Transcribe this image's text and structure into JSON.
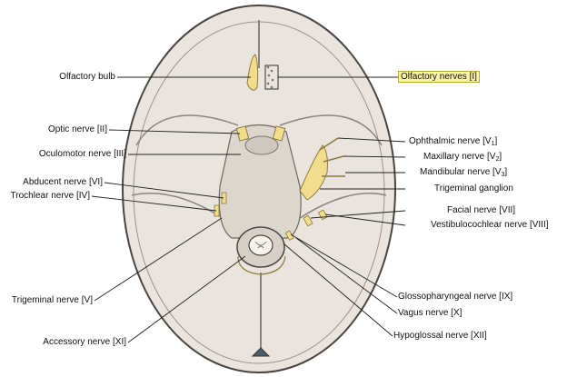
{
  "labels": {
    "olfactory_bulb": "Olfactory bulb",
    "olfactory_nerves": "Olfactory nerves [I]",
    "optic_nerve": "Optic nerve [II]",
    "oculomotor_nerve": "Oculomotor nerve [III]",
    "abducent_nerve": "Abducent nerve [VI]",
    "trochlear_nerve": "Trochlear nerve [IV]",
    "trigeminal_nerve": "Trigeminal nerve [V]",
    "accessory_nerve": "Accessory nerve [XI]",
    "ophthalmic_nerve": {
      "text": "Ophthalmic nerve [V",
      "sub": "1",
      "end": "]"
    },
    "maxillary_nerve": {
      "text": "Maxillary nerve [V",
      "sub": "2",
      "end": "]"
    },
    "mandibular_nerve": {
      "text": "Mandibular nerve [V",
      "sub": "3",
      "end": "]"
    },
    "trigeminal_ganglion": "Trigeminal ganglion",
    "facial_nerve": "Facial nerve [VII]",
    "vestibulocochlear_nerve": "Vestibulocochlear nerve [VIII]",
    "glossopharyngeal_nerve": "Glossopharyngeal nerve [IX]",
    "vagus_nerve": "Vagus nerve [X]",
    "hypoglossal_nerve": "Hypoglossal nerve [XII]"
  },
  "colors": {
    "skull_fill": "#e9e4de",
    "skull_outline": "#4a4540",
    "nerve_yellow": "#f2dd8c",
    "highlight": "#fbf3a6",
    "leader": "#222222"
  }
}
